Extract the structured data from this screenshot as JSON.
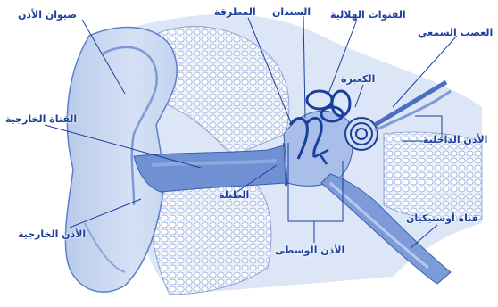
{
  "diagram": {
    "labels": {
      "ear_lobe": "صيوان الأذن",
      "malleus": "المطرقة",
      "stapes": "السندان",
      "semicircular_canals": "القنوات الهلالية",
      "auditory_nerve": "العصب السمعي",
      "incus": "الكعبرة",
      "external_canal": "القناة الخارجية",
      "inner_ear": "الأذن الداخلية",
      "eardrum": "الطبلة",
      "outer_ear": "الأذن الخارجية",
      "middle_ear": "الأذن الوسطى",
      "eustachian_tube": "قناة أوستيكيان"
    },
    "colors": {
      "line": "#1b3f9c",
      "light_blue": "#cfdcf2",
      "mid_blue": "#9ab4e2",
      "dark_blue": "#5b7fc9",
      "bone": "#e9eef8"
    }
  }
}
